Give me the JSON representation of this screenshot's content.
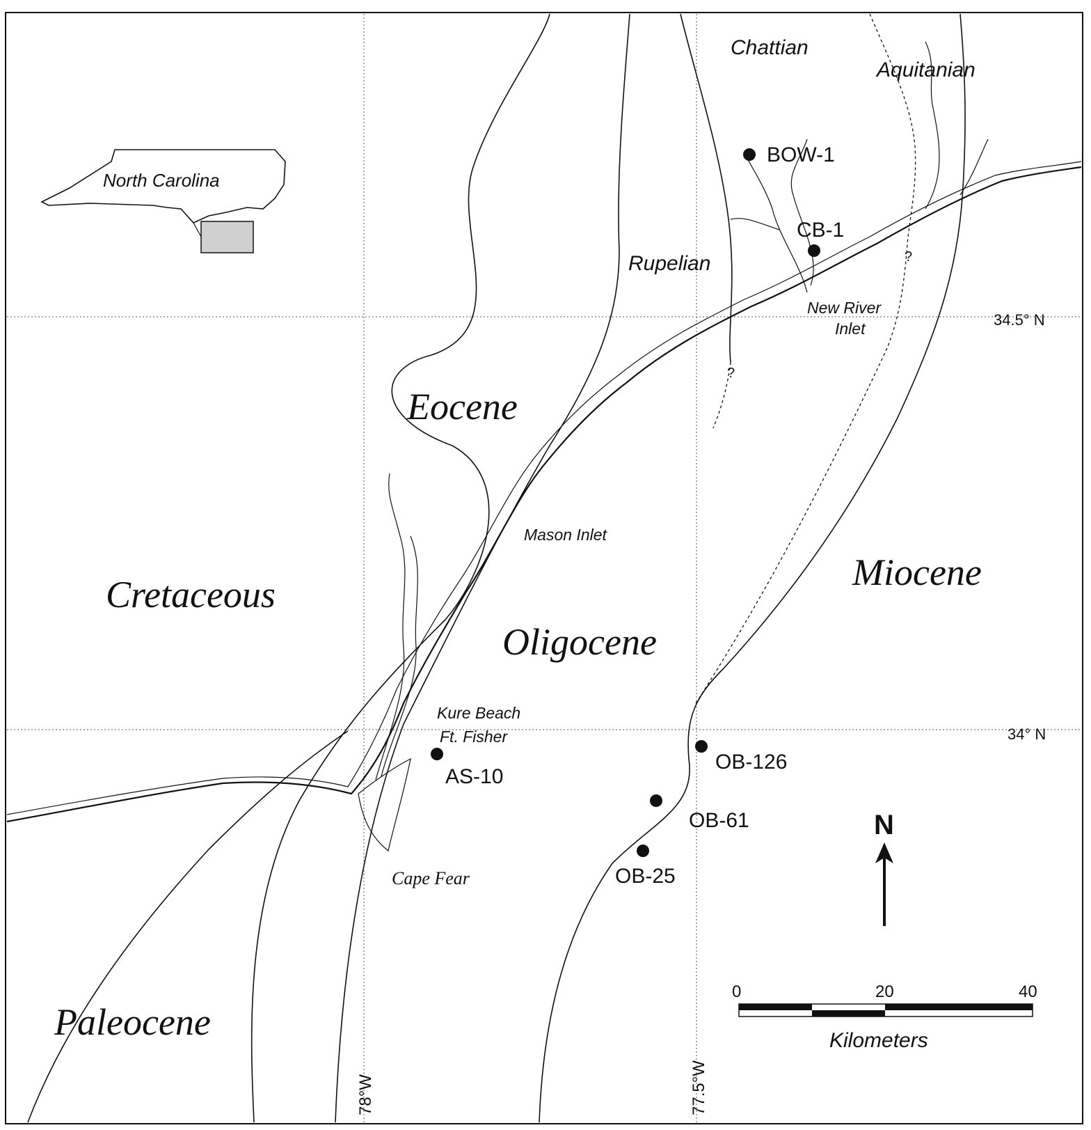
{
  "inset": {
    "state_label": "North Carolina"
  },
  "units": {
    "cretaceous": "Cretaceous",
    "paleocene": "Paleocene",
    "eocene": "Eocene",
    "oligocene": "Oligocene",
    "miocene": "Miocene",
    "rupelian": "Rupelian",
    "chattian": "Chattian",
    "aquitanian": "Aquitanian"
  },
  "places": {
    "new_river_inlet_line1": "New River",
    "new_river_inlet_line2": "Inlet",
    "mason_inlet": "Mason Inlet",
    "kure_beach": "Kure Beach",
    "ft_fisher": "Ft. Fisher",
    "cape_fear": "Cape Fear"
  },
  "wells": [
    {
      "id": "BOW-1"
    },
    {
      "id": "CB-1"
    },
    {
      "id": "AS-10"
    },
    {
      "id": "OB-126"
    },
    {
      "id": "OB-61"
    },
    {
      "id": "OB-25"
    }
  ],
  "graticule": {
    "lat_north": "34.5° N",
    "lat_south": "34° N",
    "lon_west": "78°W",
    "lon_east": "77.5°W"
  },
  "query_marks": [
    "?",
    "?"
  ],
  "north_arrow": {
    "label": "N"
  },
  "scale_bar": {
    "ticks": [
      "0",
      "20",
      "40"
    ],
    "units": "Kilometers"
  }
}
